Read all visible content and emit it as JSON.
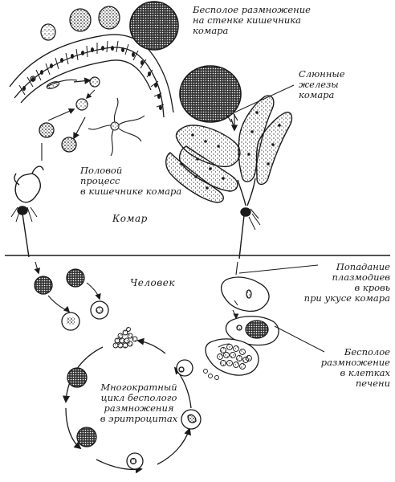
{
  "labels": {
    "gut_wall_reproduction": "Бесполое размножение\nна стенке кишечника\nкомара",
    "salivary_glands": "Слюнные\nжелезы\nкомара",
    "sexual_process": "Половой\nпроцесс\nв кишечнике комара",
    "mosquito": "Комар",
    "human": "Человек",
    "entry_plasmodia": "Попадание\nплазмодиев\nв кровь\nпри укусе комара",
    "liver_reproduction": "Бесполое\nразмножение\nв клетках\nпечени",
    "erythrocyte_cycle": "Многократный\nцикл бесполого\nразмножения\nв эритроцитах"
  },
  "colors": {
    "ink": "#1a1a1a",
    "background": "#ffffff"
  }
}
